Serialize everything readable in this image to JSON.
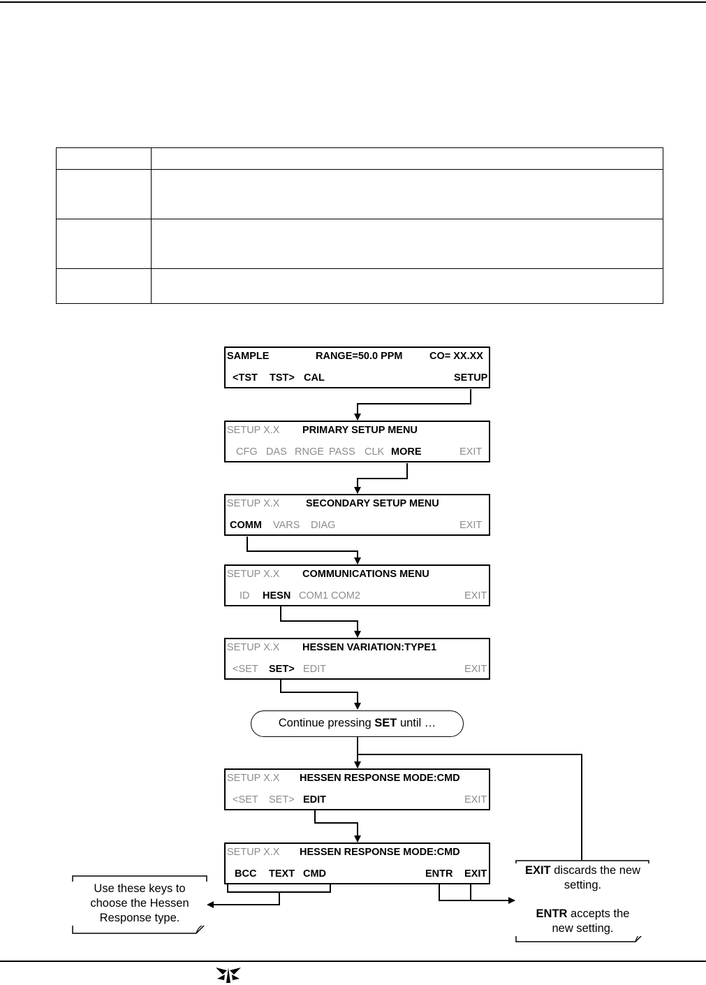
{
  "screens": [
    {
      "row1": {
        "left": "SAMPLE",
        "center": "RANGE=50.0 PPM",
        "right": "CO= XX.XX"
      },
      "row2": [
        "<TST",
        "TST>",
        "CAL",
        "SETUP"
      ]
    },
    {
      "row1": {
        "left": "SETUP X.X",
        "center": "PRIMARY SETUP MENU"
      },
      "row2": [
        "CFG",
        "DAS",
        "RNGE",
        "PASS",
        "CLK",
        "MORE",
        "EXIT"
      ]
    },
    {
      "row1": {
        "left": "SETUP X.X",
        "center": "SECONDARY SETUP MENU"
      },
      "row2": [
        "COMM",
        "VARS",
        "DIAG",
        "EXIT"
      ]
    },
    {
      "row1": {
        "left": "SETUP X.X",
        "center": "COMMUNICATIONS MENU"
      },
      "row2": [
        "ID",
        "HESN",
        "COM1",
        "COM2",
        "EXIT"
      ]
    },
    {
      "row1": {
        "left": "SETUP X.X",
        "center": "HESSEN VARIATION:TYPE1"
      },
      "row2": [
        "<SET",
        "SET>",
        "EDIT",
        "EXIT"
      ]
    },
    {
      "row1": {
        "left": "SETUP X.X",
        "center": "HESSEN RESPONSE MODE:CMD"
      },
      "row2": [
        "<SET",
        "SET>",
        "EDIT",
        "EXIT"
      ]
    },
    {
      "row1": {
        "left": "SETUP X.X",
        "center": "HESSEN RESPONSE MODE:CMD"
      },
      "row2": [
        "BCC",
        "TEXT",
        "CMD",
        "ENTR",
        "EXIT"
      ]
    }
  ],
  "continue_note": {
    "before": "Continue pressing ",
    "key": "SET",
    "after": " until …"
  },
  "left_callout": {
    "line1": "Use these keys to",
    "line2": "choose the Hessen",
    "line3": "Response type."
  },
  "right_callout": {
    "exit_key": "EXIT",
    "exit_text": " discards the new",
    "exit_text2": "setting.",
    "entr_key": "ENTR",
    "entr_text": " accepts the",
    "entr_text2": "new setting."
  },
  "colors": {
    "inactive": "#8c8c8c",
    "line": "#000000"
  }
}
